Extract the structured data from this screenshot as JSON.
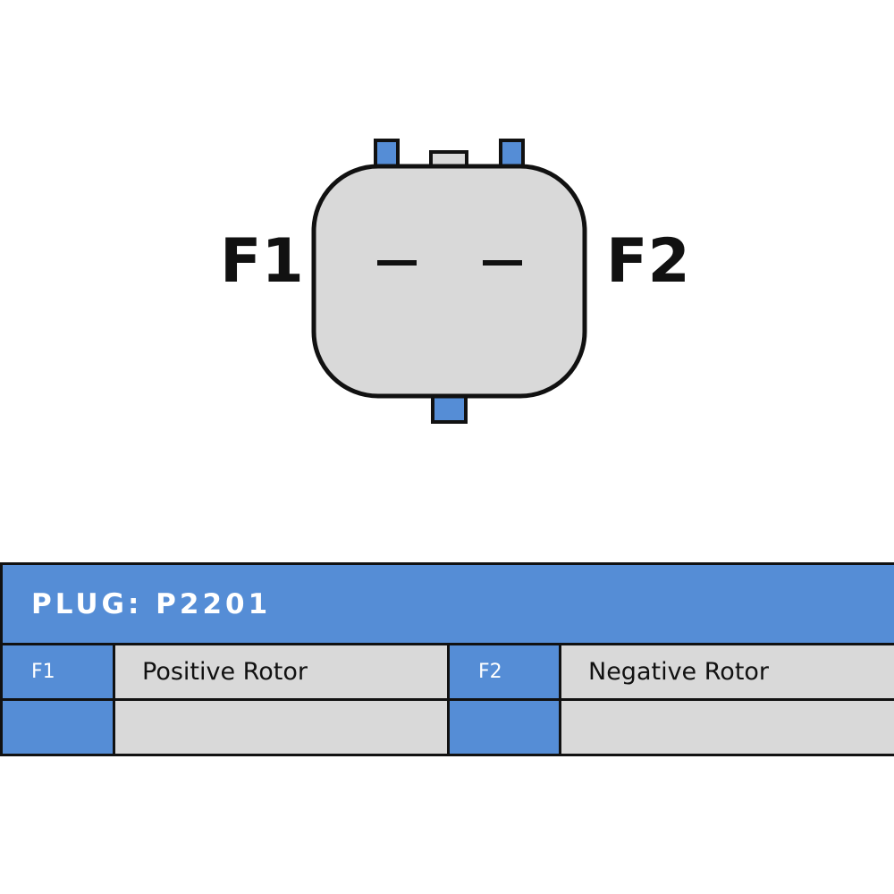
{
  "connector": {
    "left_pin_label": "F1",
    "right_pin_label": "F2"
  },
  "table": {
    "plug_title": "PLUG: P2201",
    "rows": [
      {
        "pin_a": "F1",
        "function_a": "Positive Rotor",
        "pin_b": "F2",
        "function_b": "Negative Rotor"
      },
      {
        "pin_a": "",
        "function_a": "",
        "pin_b": "",
        "function_b": ""
      }
    ]
  },
  "colors": {
    "accent_blue": "#558dd6",
    "body_gray": "#d9d9d9",
    "outline": "#111111"
  }
}
